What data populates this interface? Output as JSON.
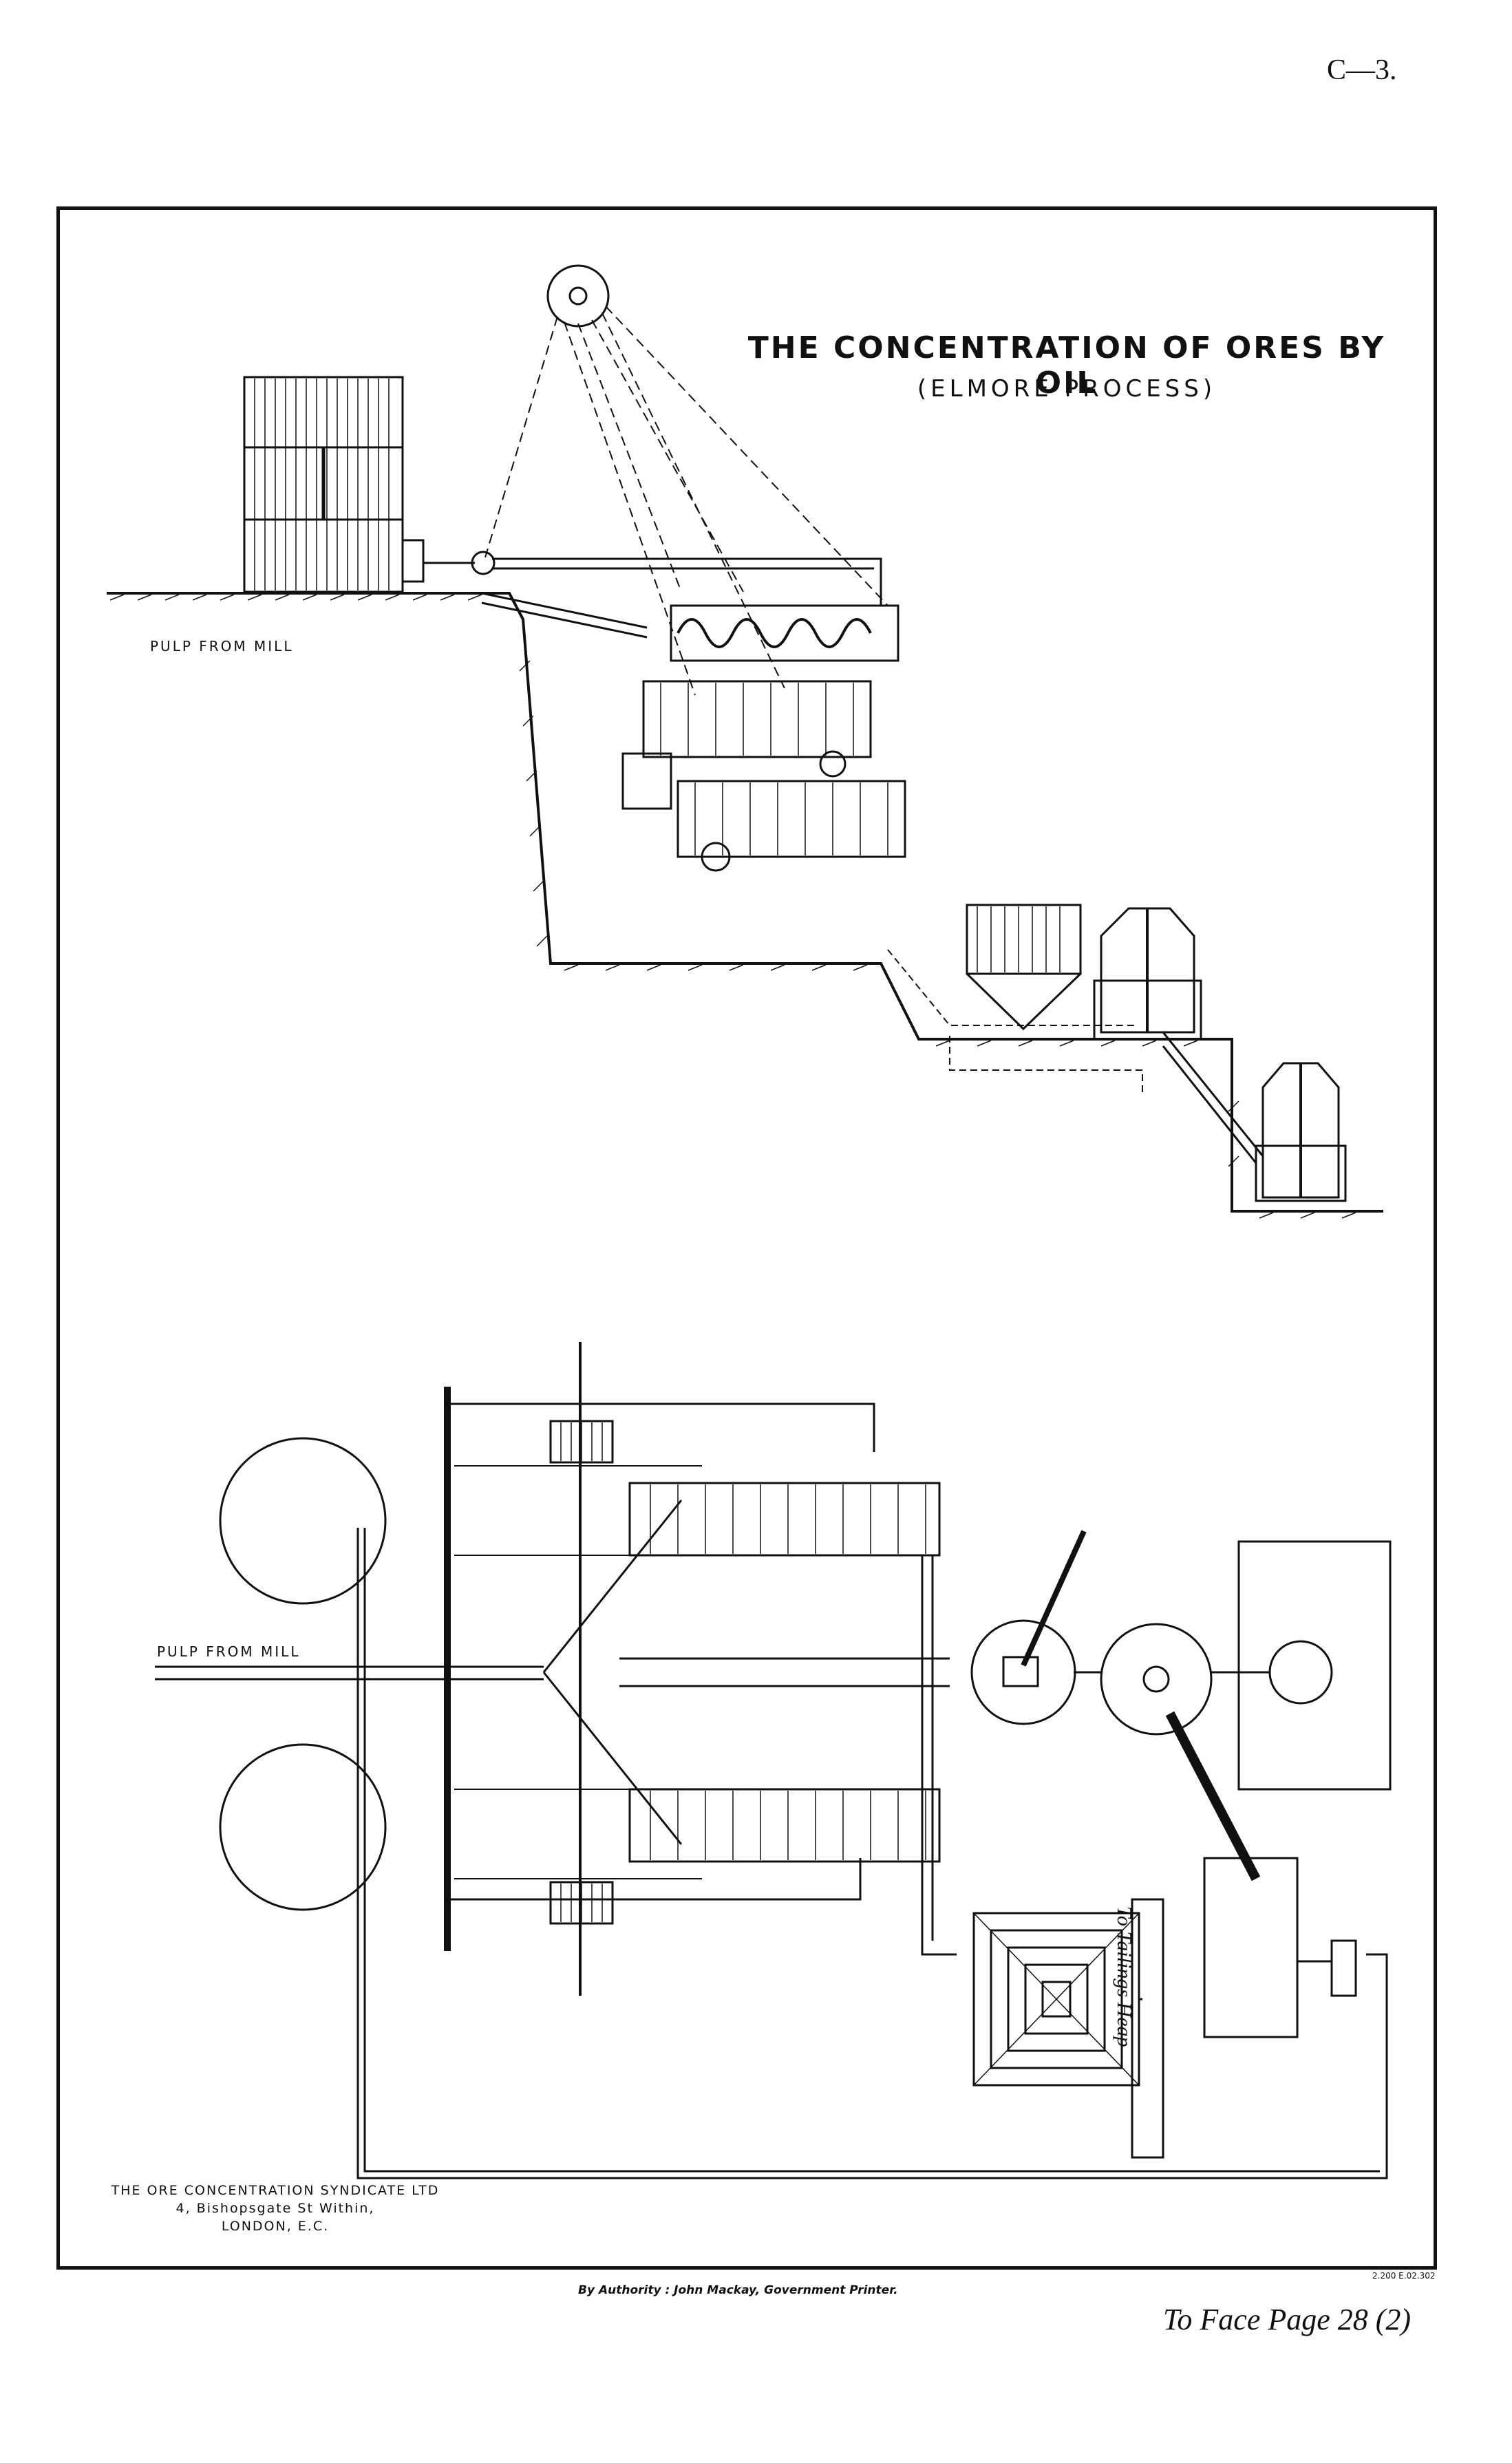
{
  "sheet_ref": "C—3.",
  "title": "THE CONCENTRATION OF ORES BY OIL",
  "subtitle": "(ELMORE PROCESS)",
  "labels": {
    "pulp_top": "PULP FROM MILL",
    "pulp_bottom": "PULP FROM MILL",
    "tailings": "To Tailings Heap"
  },
  "maker": {
    "line1": "THE ORE CONCENTRATION SYNDICATE LTD",
    "line2": "4, Bishopsgate St Within,",
    "line3": "LONDON, E.C."
  },
  "authority": "By Authority : John Mackay, Government Printer.",
  "print_code": "2.200 E.02.302",
  "face_page": "To Face Page 28 (2)"
}
